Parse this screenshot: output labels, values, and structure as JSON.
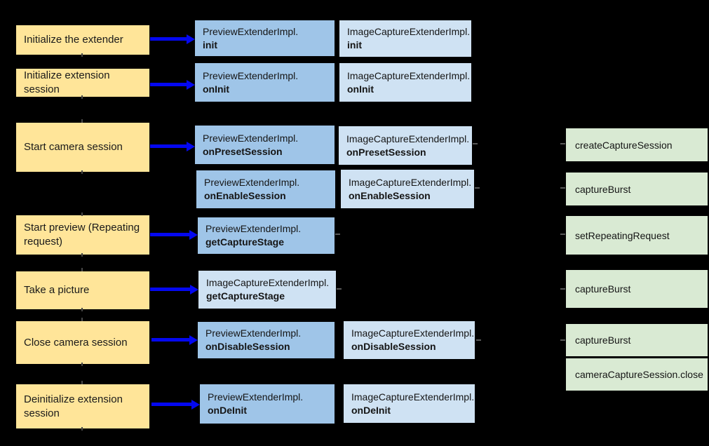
{
  "background": "#000000",
  "palette": {
    "step_fill": "#ffe599",
    "preview_fill": "#9fc5e8",
    "image_capture_fill": "#cfe2f3",
    "camera2_fill": "#d9ead3",
    "arrow": "#0408f0",
    "text": "#111111"
  },
  "steps": [
    "Initialize the extender",
    "Initialize extension session",
    "Start camera session",
    "Start preview (Repeating request)",
    "Take a picture",
    "Close camera session",
    "Deinitialize extension session"
  ],
  "preview_column": {
    "boxes": [
      {
        "class_name": "PreviewExtenderImpl.",
        "method": "init"
      },
      {
        "class_name": "PreviewExtenderImpl.",
        "method": "onInit"
      },
      {
        "class_name": "PreviewExtenderImpl.",
        "method": "onPresetSession"
      },
      {
        "class_name": "PreviewExtenderImpl.",
        "method": "onEnableSession"
      },
      {
        "class_name": "PreviewExtenderImpl.",
        "method": "getCaptureStage"
      },
      {
        "class_name": "PreviewExtenderImpl.",
        "method": "onDisableSession"
      },
      {
        "class_name": "PreviewExtenderImpl.",
        "method": "onDeInit"
      }
    ]
  },
  "image_capture_column": {
    "boxes": [
      {
        "class_name": "ImageCaptureExtenderImpl.",
        "method": "init"
      },
      {
        "class_name": "ImageCaptureExtenderImpl.",
        "method": "onInit"
      },
      {
        "class_name": "ImageCaptureExtenderImpl.",
        "method": "onPresetSession"
      },
      {
        "class_name": "ImageCaptureExtenderImpl.",
        "method": "onEnableSession"
      },
      {
        "class_name": "ImageCaptureExtenderImpl.",
        "method": "getCaptureStage"
      },
      {
        "class_name": "ImageCaptureExtenderImpl.",
        "method": "onDisableSession"
      },
      {
        "class_name": "ImageCaptureExtenderImpl.",
        "method": "onDeInit"
      }
    ]
  },
  "camera2_column": {
    "boxes": [
      {
        "label": "createCaptureSession"
      },
      {
        "label": "captureBurst"
      },
      {
        "label": "setRepeatingRequest"
      },
      {
        "label": "captureBurst"
      },
      {
        "label": "captureBurst"
      },
      {
        "label": "cameraCaptureSession.close"
      }
    ]
  }
}
